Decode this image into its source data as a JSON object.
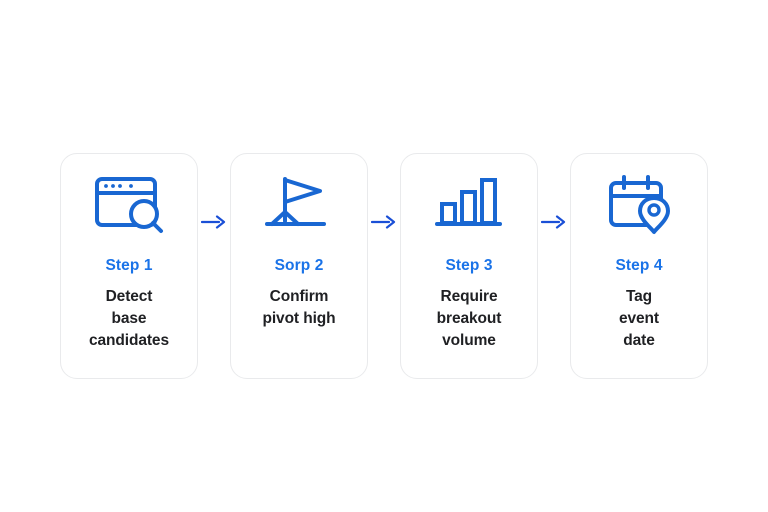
{
  "page": {
    "background_color": "#ffffff",
    "accent_color": "#1a73e8",
    "icon_color": "#1967d2",
    "text_color": "#1f2023",
    "card_border_color": "#e9eaec",
    "card_background": "#ffffff"
  },
  "flow": {
    "arrow_icon_name": "arrow-right-icon",
    "arrow_color": "#1a4fd6",
    "steps": [
      {
        "label": "Step 1",
        "description": "Detect\nbase\ncandidates",
        "icon": "browser-search-icon"
      },
      {
        "label": "Sorp 2",
        "description": "Confirm\npivot high",
        "icon": "flag-icon"
      },
      {
        "label": "Step 3",
        "description": "Require\nbreakout\nvolume",
        "icon": "bar-chart-icon"
      },
      {
        "label": "Step 4",
        "description": "Tag\nevent\ndate",
        "icon": "calendar-location-icon"
      }
    ]
  }
}
